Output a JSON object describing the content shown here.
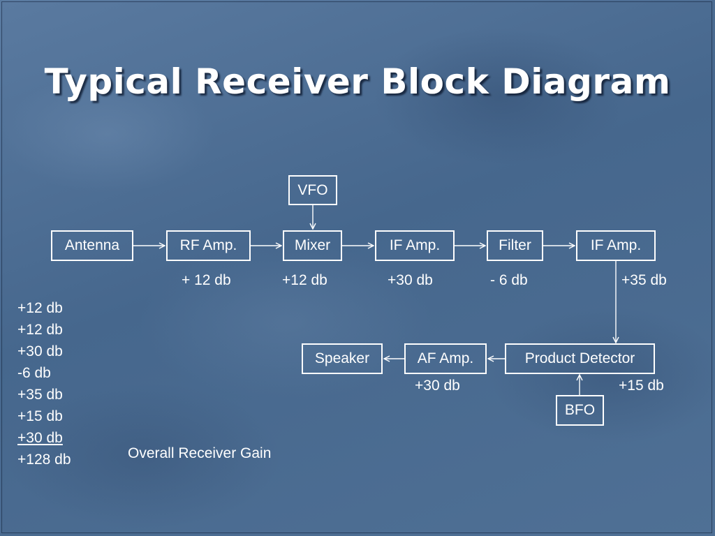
{
  "slide": {
    "title": "Typical Receiver Block Diagram"
  },
  "blocks": {
    "vfo": "VFO",
    "antenna": "Antenna",
    "rf_amp": "RF Amp.",
    "mixer": "Mixer",
    "if_amp_1": "IF Amp.",
    "filter": "Filter",
    "if_amp_2": "IF Amp.",
    "speaker": "Speaker",
    "af_amp": "AF Amp.",
    "product_detector": "Product Detector",
    "bfo": "BFO"
  },
  "gains": {
    "rf_amp": "+ 12 db",
    "mixer": "+12 db",
    "if_amp_1": "+30 db",
    "filter": "- 6 db",
    "if_amp_2": "+35 db",
    "af_amp": "+30 db",
    "product_detector": "+15 db"
  },
  "summary": {
    "lines": [
      "+12 db",
      "+12 db",
      "+30 db",
      "-6 db",
      "+35 db",
      "+15 db",
      "+30 db"
    ],
    "total": "+128 db",
    "label": "Overall Receiver Gain"
  },
  "colors": {
    "background": "#4d6d92",
    "foreground": "#ffffff"
  }
}
